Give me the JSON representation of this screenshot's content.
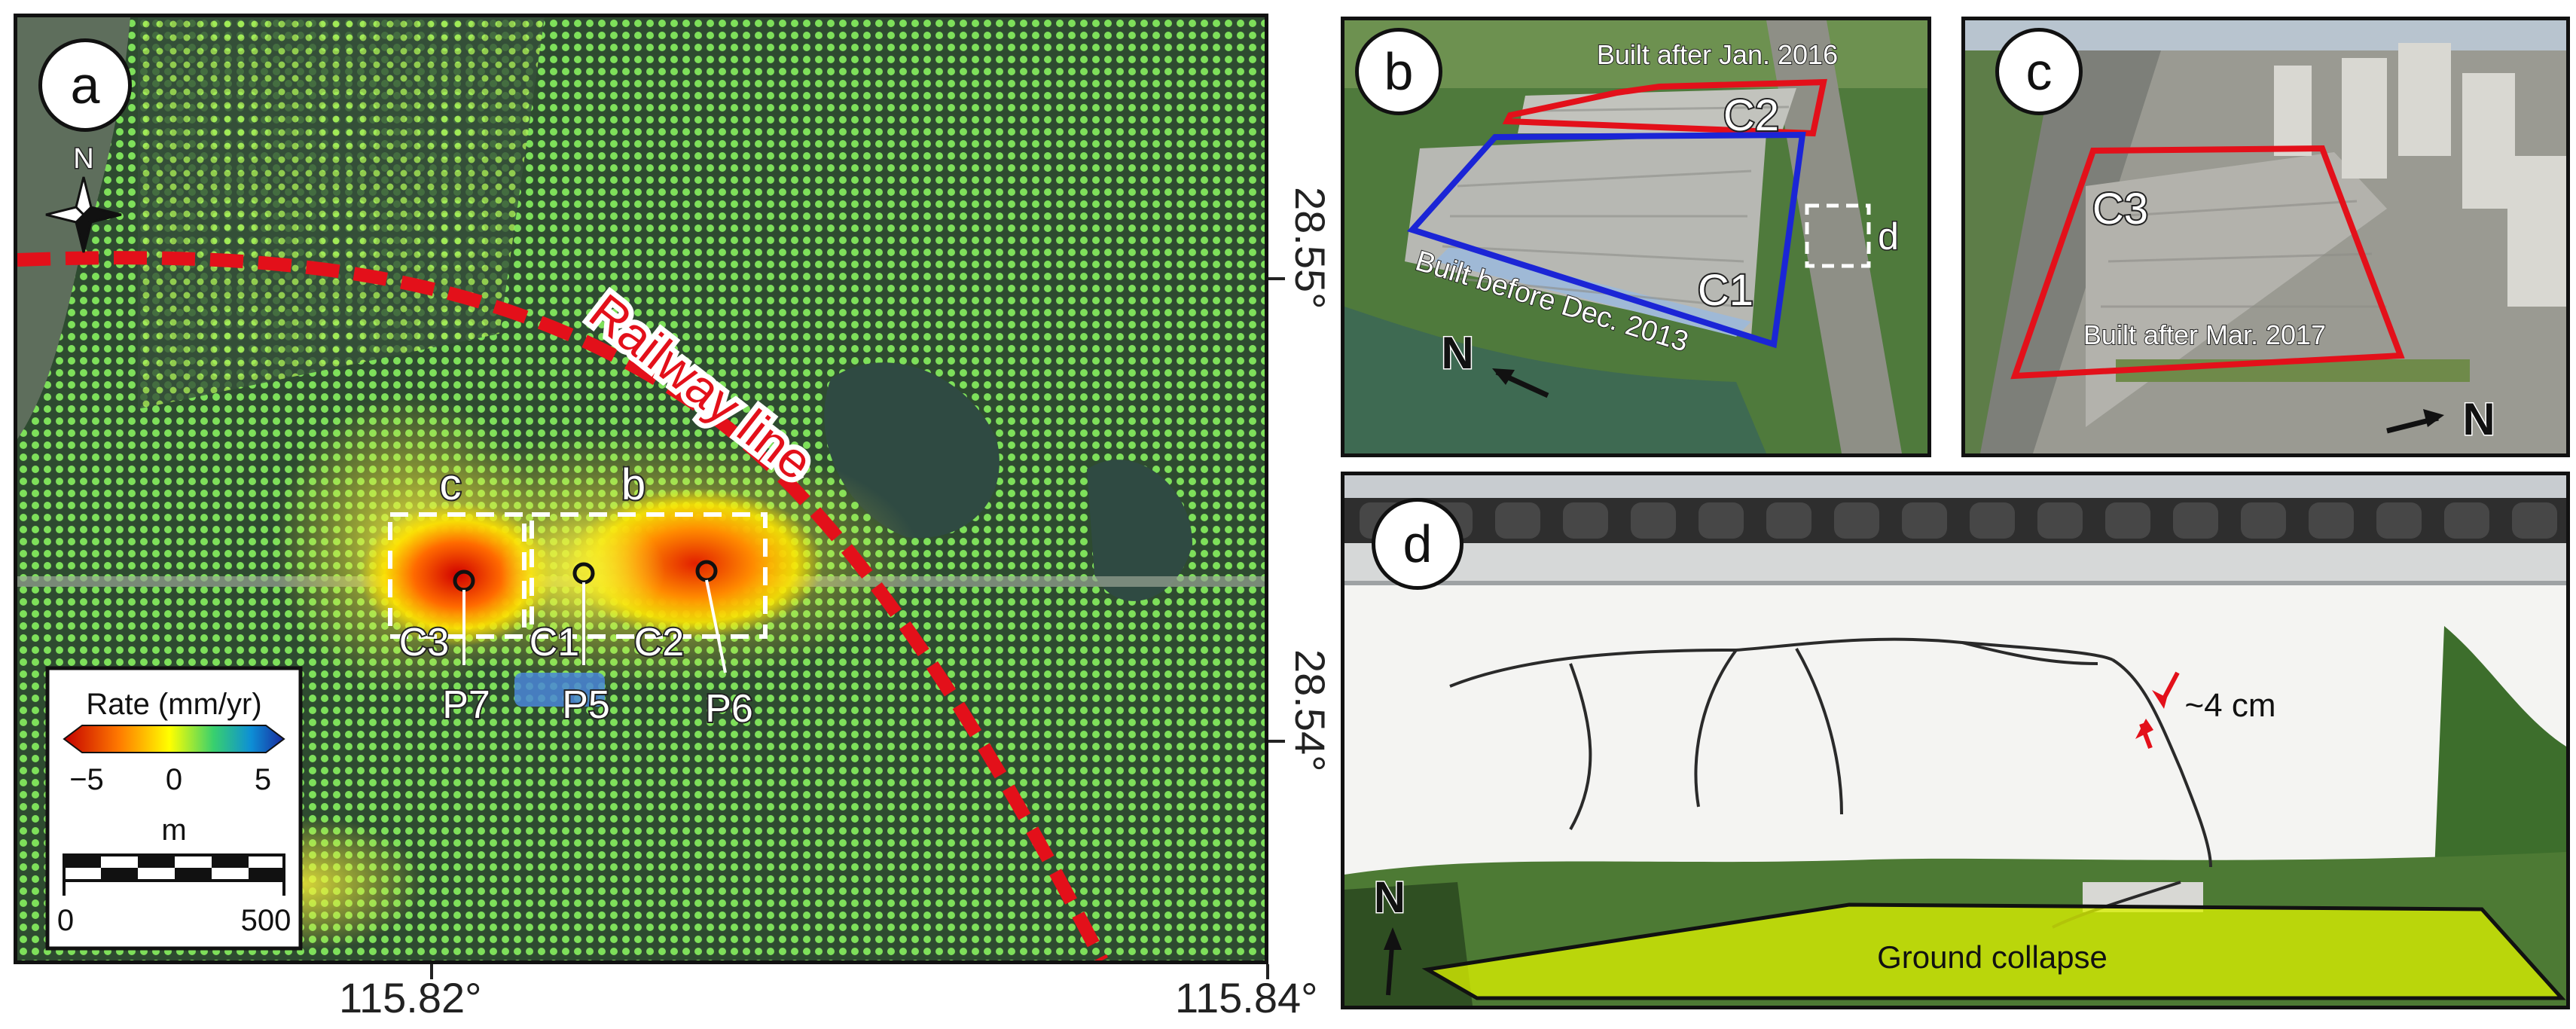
{
  "panels": {
    "a": {
      "label": "a",
      "north": "N",
      "railway_label": "Railway line",
      "box_labels": {
        "c": "c",
        "b": "b"
      },
      "site_labels": [
        "C3",
        "C1",
        "C2"
      ],
      "point_labels": [
        "P7",
        "P5",
        "P6"
      ],
      "legend": {
        "title": "Rate (mm/yr)",
        "min": "−5",
        "zero": "0",
        "max": "5",
        "scale_unit": "m",
        "scale_min": "0",
        "scale_max": "500",
        "colormap": [
          "#c40000",
          "#ff7a00",
          "#ffff00",
          "#38d06e",
          "#0d8fd6",
          "#1a2a9e"
        ]
      },
      "lat_labels": [
        "28.55°",
        "28.54°"
      ],
      "lon_labels": [
        "115.82°",
        "115.84°"
      ]
    },
    "b": {
      "label": "b",
      "c2": "C2",
      "c1": "C1",
      "d_box": "d",
      "built_after": "Built after Jan. 2016",
      "built_before": "Built before Dec. 2013",
      "north": "N"
    },
    "c": {
      "label": "c",
      "c3": "C3",
      "built_after": "Built after Mar. 2017",
      "north": "N"
    },
    "d": {
      "label": "d",
      "crack_width": "~4 cm",
      "ground_collapse": "Ground collapse",
      "north": "N"
    }
  },
  "colors": {
    "red_outline": "#e3101a",
    "blue_outline": "#1b25d6",
    "railway": "#e3101a",
    "collapse_fill": "#d8f000"
  }
}
